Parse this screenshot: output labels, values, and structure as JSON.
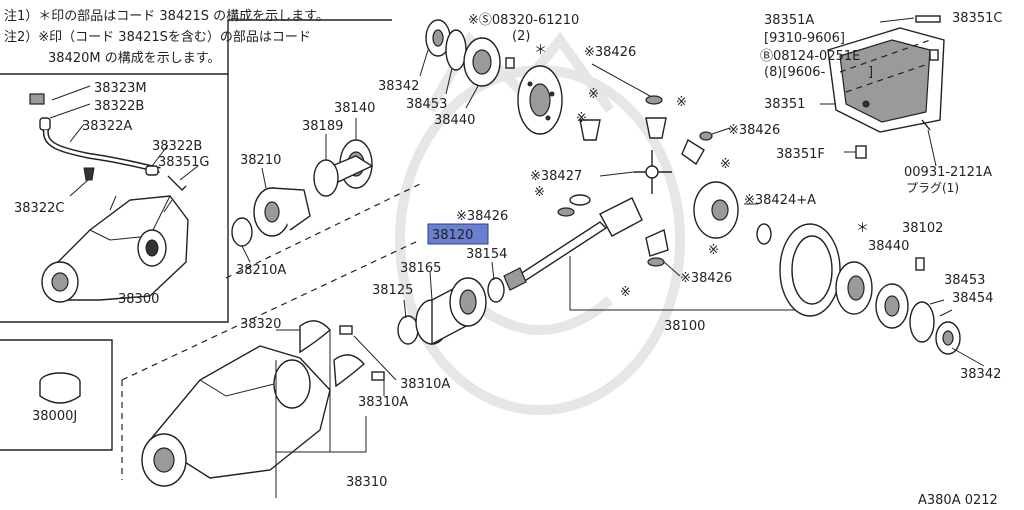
{
  "notes": {
    "line1": "注1）＊印の部品はコード 38421S の構成を示します。",
    "line2": "注2）※印（コード 38421Sを含む）の部品はコード",
    "line3": "38420M の構成を示します。"
  },
  "labels": {
    "p38323M": "38323M",
    "p38322B_top": "38322B",
    "p38322A": "38322A",
    "p38322B_mid": "38322B",
    "p38351G": "38351G",
    "p38322C": "38322C",
    "p38300": "38300",
    "p38000J": "38000J",
    "p38342_top": "38342",
    "p38453_top": "38453",
    "p38440_top": "38440",
    "bolt_note": "※Ⓢ08320-61210",
    "bolt_qty": "(2)",
    "asterisk_a": "＊",
    "p38426_a": "※38426",
    "p38140": "38140",
    "p38189": "38189",
    "p38210": "38210",
    "p38210A": "38210A",
    "p38351A": "38351A",
    "p38351A_range": "[9310-9606]",
    "p38351A_bolt": "Ⓑ08124-0251E",
    "p38351A_qty": "(8)[9606-",
    "p38351A_close": "]",
    "p38351C": "38351C",
    "p38351": "38351",
    "p38426_b": "※38426",
    "p38351F": "38351F",
    "p00931": "00931-2121A",
    "plug": "プラグ(1)",
    "p38427": "※38427",
    "p38424A": "※38424+A",
    "p38426_c": "※38426",
    "p38120": "38120",
    "p38165": "38165",
    "p38154": "38154",
    "p38125": "38125",
    "p38426_d": "※38426",
    "p38102": "38102",
    "p38440_right": "38440",
    "asterisk_b": "＊",
    "p38453_right": "38453",
    "p38454": "38454",
    "p38100": "38100",
    "p38342_right": "38342",
    "p38320": "38320",
    "p38310A_a": "38310A",
    "p38310A_b": "38310A",
    "p38310": "38310",
    "kome_1": "※",
    "kome_2": "※",
    "kome_3": "※",
    "kome_4": "※",
    "kome_5": "※",
    "kome_6": "※",
    "kome_7": "※"
  },
  "footer": {
    "code": "A380A 0212"
  },
  "colors": {
    "highlight": "#6a7fcf",
    "ink": "#222222"
  }
}
